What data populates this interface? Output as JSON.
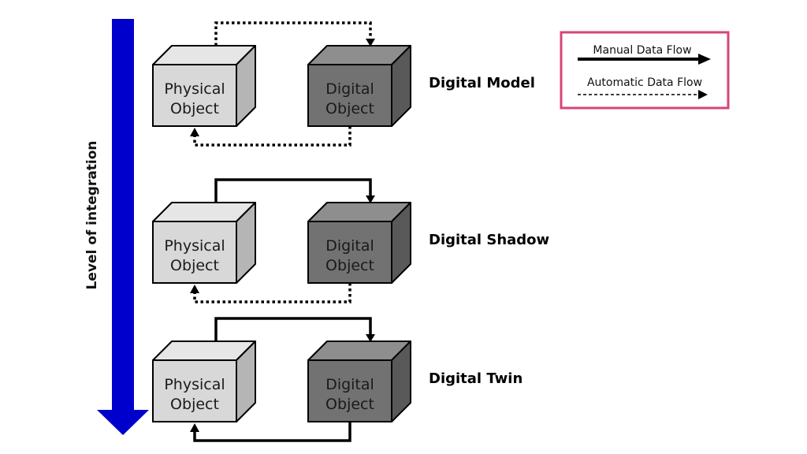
{
  "axis": {
    "label": "Level of integration",
    "color": "#0000cc"
  },
  "colors": {
    "physical_front": "#d8d8d8",
    "physical_top": "#e6e6e6",
    "physical_side": "#b5b5b5",
    "digital_front": "#727272",
    "digital_top": "#8e8e8e",
    "digital_side": "#595959",
    "legend_border": "#d6457a",
    "line": "#000000"
  },
  "rows": [
    {
      "title": "Digital Model",
      "physical": {
        "line1": "Physical",
        "line2": "Object"
      },
      "digital": {
        "line1": "Digital",
        "line2": "Object"
      },
      "physical_to_digital": "automatic",
      "digital_to_physical": "automatic"
    },
    {
      "title": "Digital Shadow",
      "physical": {
        "line1": "Physical",
        "line2": "Object"
      },
      "digital": {
        "line1": "Digital",
        "line2": "Object"
      },
      "physical_to_digital": "manual",
      "digital_to_physical": "automatic"
    },
    {
      "title": "Digital Twin",
      "physical": {
        "line1": "Physical",
        "line2": "Object"
      },
      "digital": {
        "line1": "Digital",
        "line2": "Object"
      },
      "physical_to_digital": "manual",
      "digital_to_physical": "manual"
    }
  ],
  "legend": {
    "manual_label": "Manual Data Flow",
    "automatic_label": "Automatic Data Flow"
  }
}
